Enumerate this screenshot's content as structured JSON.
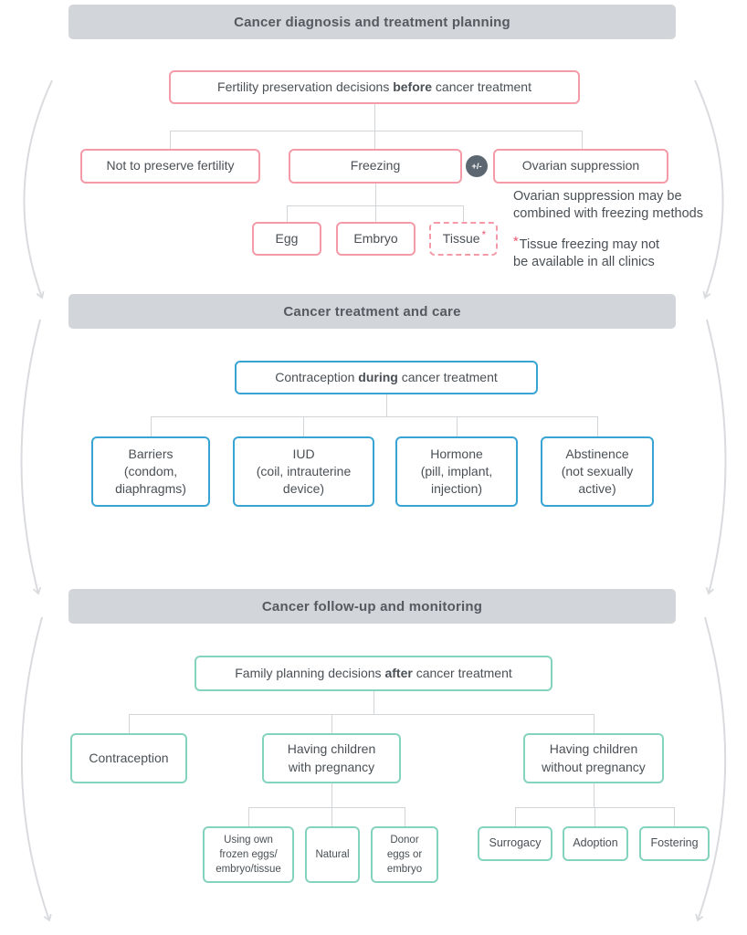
{
  "colors": {
    "header_bg": "#d2d6da",
    "header_text": "#555a61",
    "pink_border": "#f49ba7",
    "blue_border": "#38a4d4",
    "teal_border": "#84d3be",
    "box_text": "#4a5055",
    "connector": "#d3d6d9",
    "cycle_arrow": "#d9dbde",
    "plus_minus_bg": "#5d6771",
    "asterisk": "#e8566e"
  },
  "section1": {
    "header": "Cancer diagnosis and treatment planning",
    "root": {
      "pre": "Fertility preservation decisions ",
      "bold": "before",
      "post": " cancer treatment"
    },
    "children": [
      "Not to preserve fertility",
      "Freezing",
      "Ovarian suppression"
    ],
    "plus_minus": "+/-",
    "combine_note": [
      "Ovarian suppression may be",
      "combined with freezing methods"
    ],
    "freezing_children": [
      "Egg",
      "Embryo"
    ],
    "tissue": {
      "label": "Tissue",
      "asterisk": "*"
    },
    "tissue_note": {
      "asterisk": "*",
      "lines": [
        "Tissue freezing may not",
        "be available in all clinics"
      ]
    }
  },
  "section2": {
    "header": "Cancer treatment and care",
    "root": {
      "pre": "Contraception ",
      "bold": "during",
      "post": " cancer treatment"
    },
    "children": [
      [
        "Barriers",
        "(condom,",
        "diaphragms)"
      ],
      [
        "IUD",
        "(coil, intrauterine",
        "device)"
      ],
      [
        "Hormone",
        "(pill, implant,",
        "injection)"
      ],
      [
        "Abstinence",
        "(not sexually",
        "active)"
      ]
    ]
  },
  "section3": {
    "header": "Cancer follow-up and monitoring",
    "root": {
      "pre": "Family planning decisions ",
      "bold": "after",
      "post": " cancer treatment"
    },
    "children": [
      "Contraception",
      [
        "Having children",
        "with pregnancy"
      ],
      [
        "Having children",
        "without pregnancy"
      ]
    ],
    "with_pregnancy_children": [
      [
        "Using own",
        "frozen eggs/",
        "embryo/tissue"
      ],
      [
        "Natural"
      ],
      [
        "Donor",
        "eggs or",
        "embryo"
      ]
    ],
    "without_pregnancy_children": [
      "Surrogacy",
      "Adoption",
      "Fostering"
    ]
  }
}
